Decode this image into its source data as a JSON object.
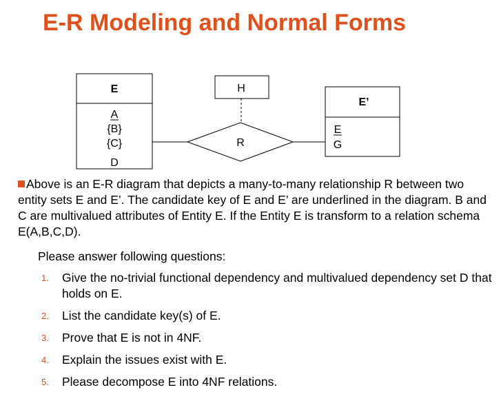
{
  "slide": {
    "title": "E-R Modeling and Normal Forms"
  },
  "diagram": {
    "entity_e": {
      "name": "E",
      "attributes": [
        "A",
        "{B}",
        "{C}",
        "D"
      ]
    },
    "entity_e_prime": {
      "name": "E’",
      "attributes": [
        "E",
        "G"
      ]
    },
    "relationship": {
      "name": "R",
      "attribute": "H"
    }
  },
  "body": {
    "paragraph": "Above is an E-R diagram that depicts a many-to-many relationship R between two entity sets E and E’. The candidate key of E and E’ are underlined in the diagram. B and C are multivalued attributes of Entity E. If the Entity E is transform to a relation schema E(A,B,C,D).",
    "prompt": "Please answer following questions:",
    "questions": [
      {
        "num": "1.",
        "text": "Give the no-trivial functional dependency and  multivalued dependency set D that holds on E."
      },
      {
        "num": "2.",
        "text": "List the candidate key(s) of E."
      },
      {
        "num": "3.",
        "text": "Prove that  E is not in 4NF."
      },
      {
        "num": "4.",
        "text": "Explain the issues exist with E."
      },
      {
        "num": "5.",
        "text": "Please decompose  E into 4NF relations."
      }
    ]
  },
  "colors": {
    "accent": "#e0501c",
    "text": "#000000",
    "line": "#000000"
  }
}
